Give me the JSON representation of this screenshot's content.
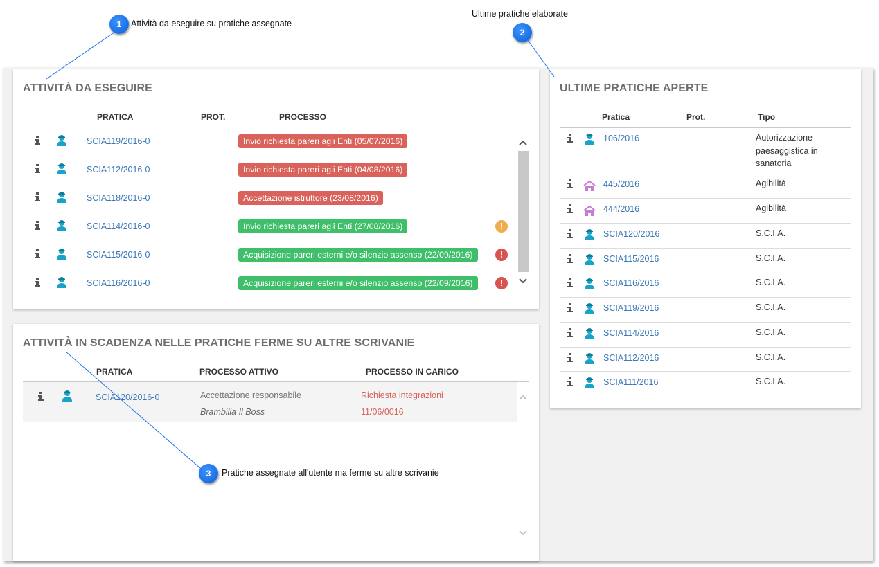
{
  "callouts": [
    {
      "number": "1",
      "text": "Attività da eseguire su pratiche assegnate"
    },
    {
      "number": "2",
      "text": "Ultime pratiche elaborate"
    },
    {
      "number": "3",
      "text": "Pratiche assegnate all'utente ma ferme su altre scrivanie"
    }
  ],
  "panel_tasks": {
    "title": "ATTIVITÀ DA ESEGUIRE",
    "headers": {
      "pratica": "PRATICA",
      "prot": "PROT.",
      "processo": "PROCESSO"
    },
    "rows": [
      {
        "pratica": "SCIA119/2016-0",
        "processo": "Invio richiesta pareri agli Enti (05/07/2016)",
        "status": "red",
        "alert": ""
      },
      {
        "pratica": "SCIA112/2016-0",
        "processo": "Invio richiesta pareri agli Enti (04/08/2016)",
        "status": "red",
        "alert": ""
      },
      {
        "pratica": "SCIA118/2016-0",
        "processo": "Accettazione istruttore (23/08/2016)",
        "status": "red",
        "alert": ""
      },
      {
        "pratica": "SCIA114/2016-0",
        "processo": "Invio richiesta pareri agli Enti (27/08/2016)",
        "status": "green",
        "alert": "!"
      },
      {
        "pratica": "SCIA115/2016-0",
        "processo": "Acquisizione pareri esterni e/o silenzio assenso (22/09/2016)",
        "status": "green",
        "alert": "!"
      },
      {
        "pratica": "SCIA116/2016-0",
        "processo": "Acquisizione pareri esterni e/o silenzio assenso (22/09/2016)",
        "status": "green",
        "alert": "!"
      }
    ]
  },
  "panel_deadlines": {
    "title": "ATTIVITÀ IN SCADENZA NELLE PRATICHE FERME SU ALTRE SCRIVANIE",
    "headers": {
      "pratica": "PRATICA",
      "processo_attivo": "PROCESSO ATTIVO",
      "processo_in_carico": "PROCESSO IN CARICO"
    },
    "rows": [
      {
        "pratica": "SCIA120/2016-0",
        "processo_attivo": "Accettazione responsabile",
        "owner": "Brambilla Il Boss",
        "processo_in_carico": "Richiesta integrazioni",
        "date": "11/06/0016"
      }
    ]
  },
  "panel_recent": {
    "title": "ULTIME PRATICHE APERTE",
    "headers": {
      "pratica": "Pratica",
      "prot": "Prot.",
      "tipo": "Tipo"
    },
    "rows": [
      {
        "pratica": "106/2016",
        "tipo": "Autorizzazione paesaggistica in sanatoria",
        "icon": "user-icon"
      },
      {
        "pratica": "445/2016",
        "tipo": "Agibilità",
        "icon": "house-icon"
      },
      {
        "pratica": "444/2016",
        "tipo": "Agibilità",
        "icon": "house-icon"
      },
      {
        "pratica": "SCIA120/2016",
        "tipo": "S.C.I.A.",
        "icon": "user-icon"
      },
      {
        "pratica": "SCIA115/2016",
        "tipo": "S.C.I.A.",
        "icon": "user-icon"
      },
      {
        "pratica": "SCIA116/2016",
        "tipo": "S.C.I.A.",
        "icon": "user-icon"
      },
      {
        "pratica": "SCIA119/2016",
        "tipo": "S.C.I.A.",
        "icon": "user-icon"
      },
      {
        "pratica": "SCIA114/2016",
        "tipo": "S.C.I.A.",
        "icon": "user-icon"
      },
      {
        "pratica": "SCIA112/2016",
        "tipo": "S.C.I.A.",
        "icon": "user-icon"
      },
      {
        "pratica": "SCIA111/2016",
        "tipo": "S.C.I.A.",
        "icon": "user-icon"
      }
    ]
  },
  "colors": {
    "link": "#3a78b7",
    "badge_red": "#d9625a",
    "badge_green": "#3fbf6a",
    "callout_blue": "#0b5fd6",
    "user_icon": "#1aa3c8",
    "house_icon": "#c77ad6"
  }
}
